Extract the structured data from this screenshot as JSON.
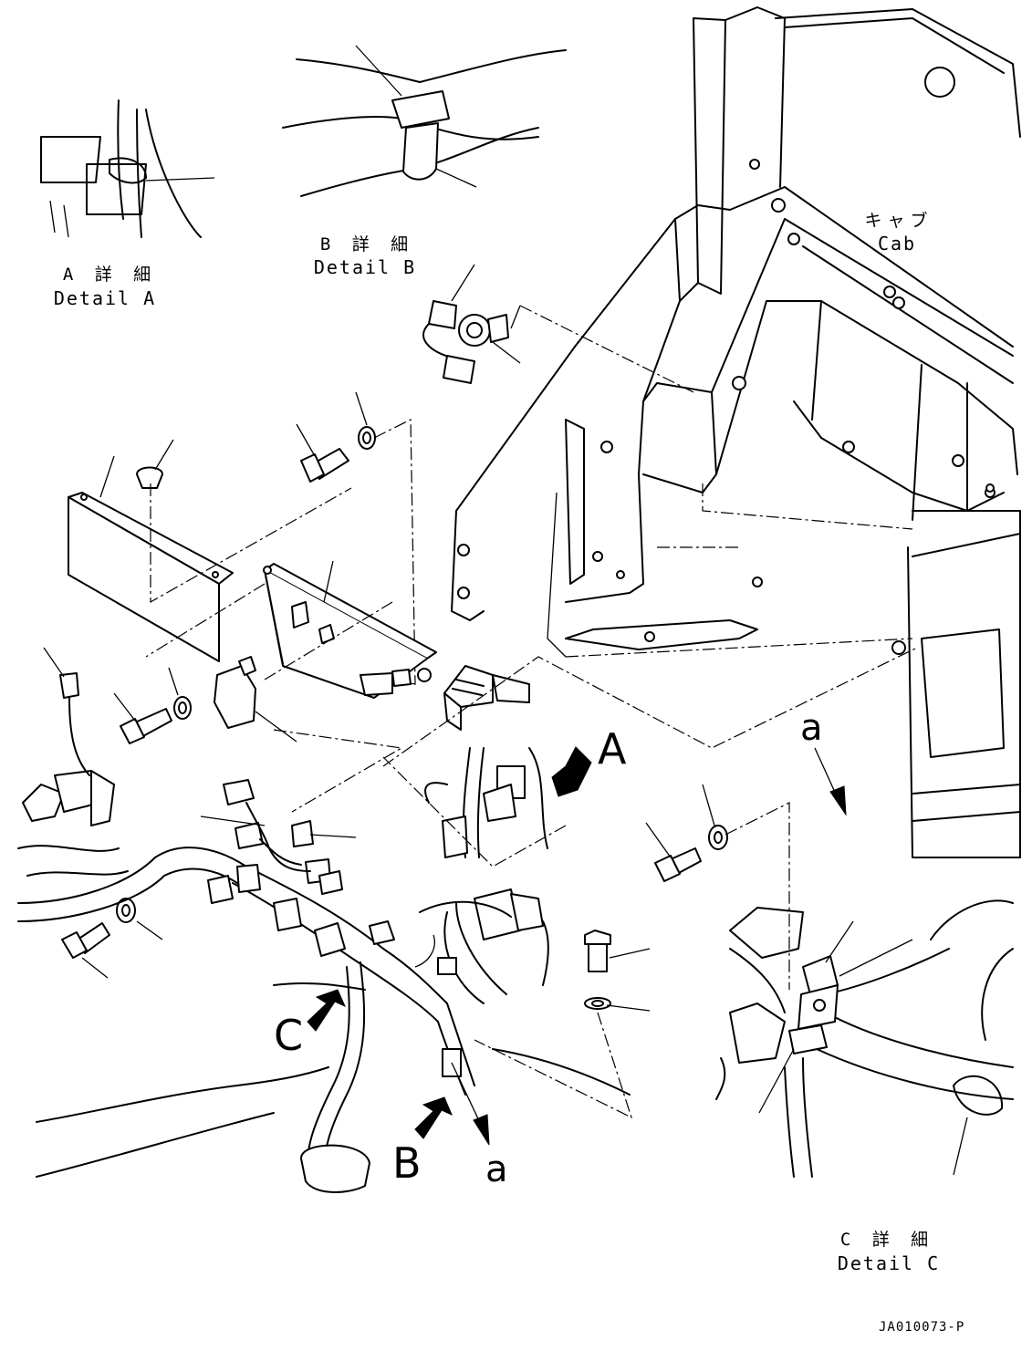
{
  "labels": {
    "detail_a": {
      "jp": "A 詳 細",
      "en": "Detail A"
    },
    "detail_b": {
      "jp": "B 詳 細",
      "en": "Detail B"
    },
    "detail_c": {
      "jp": "C 詳 細",
      "en": "Detail C"
    },
    "cab": {
      "jp": "キャブ",
      "en": "Cab"
    },
    "view_a": "A",
    "view_b": "B",
    "view_c": "C",
    "ref_a_upper": "a",
    "ref_a_lower": "a",
    "drawing_number": "JA010073-P"
  }
}
